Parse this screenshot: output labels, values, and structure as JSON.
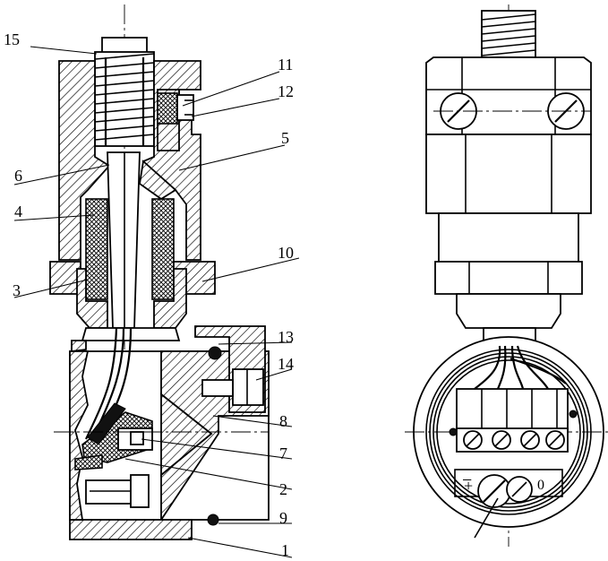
{
  "diagram": {
    "callouts": [
      {
        "id": "c15",
        "text": "15"
      },
      {
        "id": "c11",
        "text": "11"
      },
      {
        "id": "c12",
        "text": "12"
      },
      {
        "id": "c5",
        "text": "5"
      },
      {
        "id": "c6",
        "text": "6"
      },
      {
        "id": "c4",
        "text": "4"
      },
      {
        "id": "c10",
        "text": "10"
      },
      {
        "id": "c3",
        "text": "3"
      },
      {
        "id": "c13",
        "text": "13"
      },
      {
        "id": "c14",
        "text": "14"
      },
      {
        "id": "c8",
        "text": "8"
      },
      {
        "id": "c7",
        "text": "7"
      },
      {
        "id": "c2",
        "text": "2"
      },
      {
        "id": "c9",
        "text": "9"
      },
      {
        "id": "c1",
        "text": "1"
      }
    ],
    "terminal_marks": {
      "minus": "−",
      "plus": "+",
      "zero": "0"
    }
  }
}
